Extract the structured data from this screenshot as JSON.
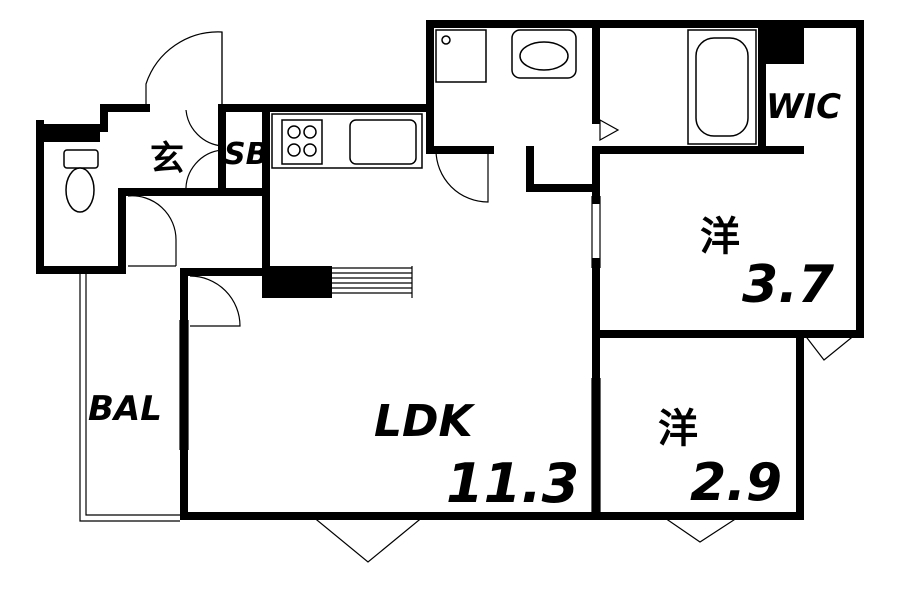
{
  "rooms": {
    "entrance": {
      "label": "玄"
    },
    "shoe_box": {
      "label": "SB"
    },
    "wic": {
      "label": "WIC"
    },
    "bedroom_1": {
      "label": "洋",
      "size": "3.7"
    },
    "bedroom_2": {
      "label": "洋",
      "size": "2.9"
    },
    "ldk": {
      "label": "LDK",
      "size": "11.3"
    },
    "balcony": {
      "label": "BAL"
    }
  }
}
